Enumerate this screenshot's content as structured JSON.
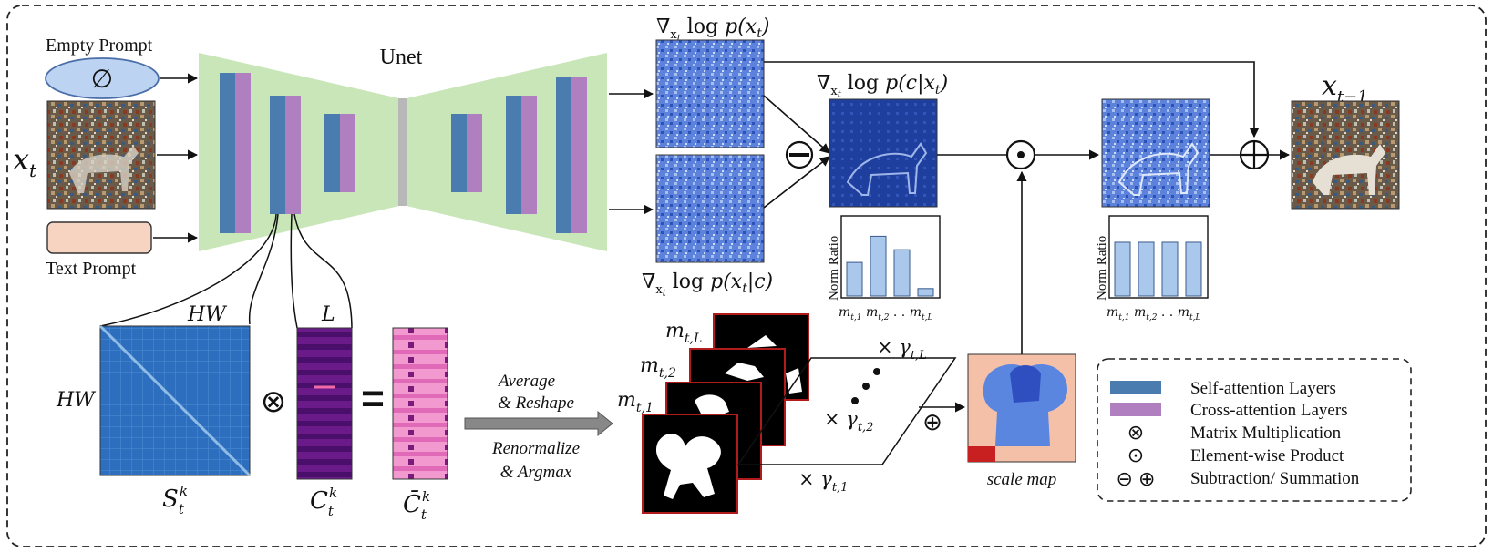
{
  "inputs": {
    "empty_prompt": "Empty Prompt",
    "empty_symbol": "∅",
    "text_prompt": "Text Prompt",
    "x_t": "x_t"
  },
  "unet": {
    "title": "Unet"
  },
  "scores": {
    "uncond": "∇ log p(x )",
    "cond": "∇ log p(x |c)",
    "guidance": "∇ log p(c|x )",
    "subscript_x": "x",
    "subscript_t": "t",
    "output": "x_{t−1}"
  },
  "norm_ratio": {
    "axis_label": "Norm Ratio",
    "categories": [
      "m_{t,1}",
      "m_{t,2}",
      "..",
      "m_{t,L}"
    ],
    "before": [
      0.45,
      0.8,
      0.62,
      0.1
    ],
    "after": [
      0.72,
      0.72,
      0.72,
      0.72
    ]
  },
  "attention": {
    "hw_top": "HW",
    "hw_left": "HW",
    "l_label": "L",
    "s_label": "S_t^k",
    "c_label": "C_t^k",
    "cbar_label": "C̄_t^k",
    "otimes": "⊗",
    "equals": "="
  },
  "pipeline": {
    "avg_line1": "Average",
    "avg_line2": "& Reshape",
    "renorm_line1": "Renormalize",
    "renorm_line2": "& Argmax"
  },
  "masks": {
    "labels": [
      "m_{t,1}",
      "m_{t,2}",
      "m_{t,L}"
    ],
    "gammas": [
      "× γ_{t,1}",
      "× γ_{t,2}",
      "× γ_{t,L}"
    ],
    "sum_symbol": "⊕"
  },
  "scale_map": {
    "label": "scale map"
  },
  "operators": {
    "minus": "⊖",
    "odot": "⊙",
    "oplus": "⊕"
  },
  "legend": {
    "self_attention": "Self-attention Layers",
    "cross_attention": "Cross-attention Layers",
    "matmul": "Matrix Multiplication",
    "elementwise": "Element-wise Product",
    "subsum": "Subtraction/ Summation",
    "matmul_symbol": "⊗",
    "elementwise_symbol": "⊙",
    "subsum_symbol": "⊖ ⊕"
  },
  "colors": {
    "self_attention": "#4a7cb0",
    "cross_attention": "#b07fc0",
    "unet_bg": "#c8e6b8",
    "empty_prompt_fill": "#bcd3f2",
    "text_prompt_fill": "#f6d4c1",
    "bar_fill": "#a9c8ec"
  }
}
